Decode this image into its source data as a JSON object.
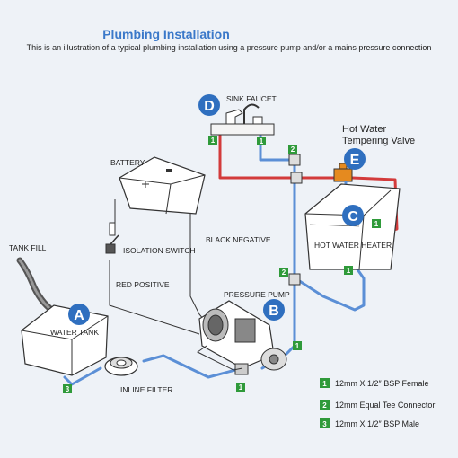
{
  "header": {
    "title": "Plumbing Installation",
    "subtitle": "This is an illustration of a typical plumbing installation using a pressure pump and/or a mains pressure connection"
  },
  "components": {
    "sink_faucet": "SINK FAUCET",
    "battery": "BATTERY",
    "tank_fill": "TANK FILL",
    "isolation_switch": "ISOLATION SWITCH",
    "black_negative": "BLACK NEGATIVE",
    "red_positive": "RED POSITIVE",
    "pressure_pump": "PRESSURE PUMP",
    "water_tank": "WATER TANK",
    "inline_filter": "INLINE FILTER",
    "hot_water_heater": "HOT WATER HEATER",
    "tempering_valve_line1": "Hot Water",
    "tempering_valve_line2": "Tempering Valve"
  },
  "markers": {
    "a": "A",
    "b": "B",
    "c": "C",
    "d": "D",
    "e": "E"
  },
  "badges": {
    "one": "1",
    "two": "2",
    "three": "3"
  },
  "legend": [
    {
      "num": "1",
      "text": "12mm X 1/2″ BSP Female"
    },
    {
      "num": "2",
      "text": "12mm Equal Tee Connector"
    },
    {
      "num": "3",
      "text": "12mm X 1/2″ BSP Male"
    }
  ],
  "colors": {
    "marker_blue": "#2f6fbf",
    "badge_green": "#2f9a3a",
    "cold_pipe": "#5b8fd6",
    "hot_pipe": "#d33b3b",
    "valve_orange": "#e58a1f"
  }
}
